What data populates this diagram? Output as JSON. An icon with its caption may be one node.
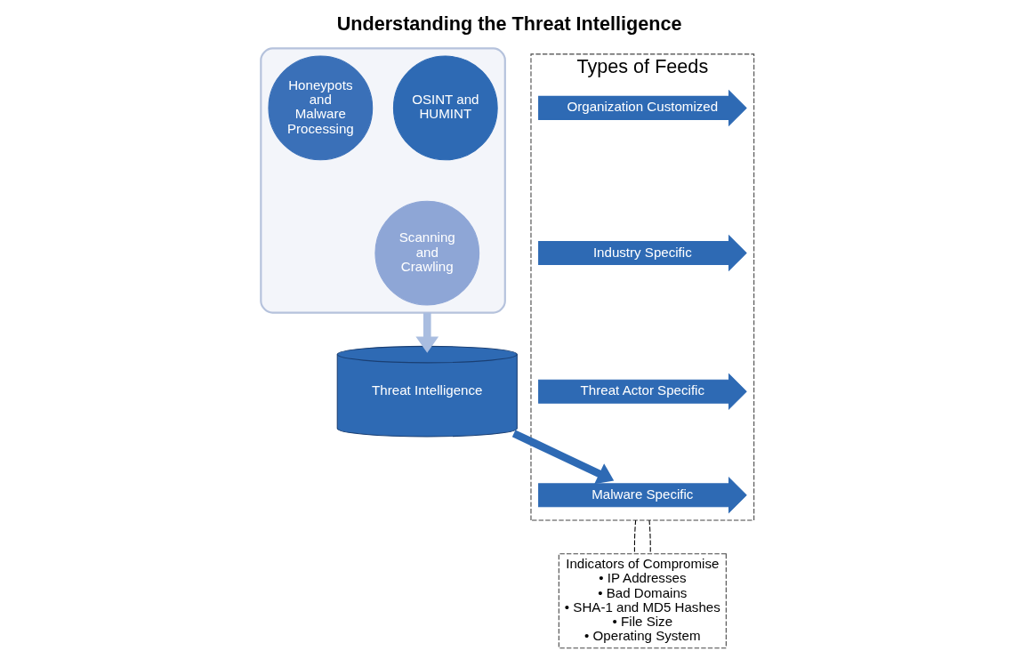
{
  "diagram": {
    "title": "Understanding the Threat Intelligence",
    "nodes": [
      {
        "text": [],
        "shape": "funnel"
      },
      {
        "text": [
          "OSINT and HUMINT"
        ],
        "in": 0
      },
      {
        "text": [
          "Honeypots and Malware Processing"
        ],
        "in": 0
      },
      {
        "text": [
          "Scanning and Crawling"
        ],
        "in": 0
      },
      {
        "text": [
          "Threat Intelligence"
        ]
      },
      {
        "text": [
          "Types of Feeds"
        ]
      },
      {
        "text": [
          "Organization Customized"
        ],
        "in": 5
      },
      {
        "text": [
          "Industry Specific"
        ],
        "in": 5
      },
      {
        "text": [
          "Threat Actor Specific"
        ],
        "in": 5
      },
      {
        "text": [
          "Malware Specific"
        ],
        "in": 5
      },
      {
        "text": [
          "Indicators of Compromise",
          "• IP Addresses",
          "• Bad Domains",
          "• SHA-1 and MD5 Hashes",
          "• File Size",
          "• Operating System"
        ]
      }
    ],
    "edges": [
      {
        "from": 0,
        "to": 4,
        "arrow": "to",
        "style": "thick",
        "color": "#a9bde0"
      },
      {
        "from": 4,
        "to": 9,
        "arrow": "to",
        "style": "thick",
        "color": "#2e6ab4"
      },
      {
        "from": 5,
        "to": 10,
        "arrow": "none",
        "style": "dashed"
      },
      {
        "from": 5,
        "to": 10,
        "arrow": "none",
        "style": "dashed"
      }
    ]
  }
}
